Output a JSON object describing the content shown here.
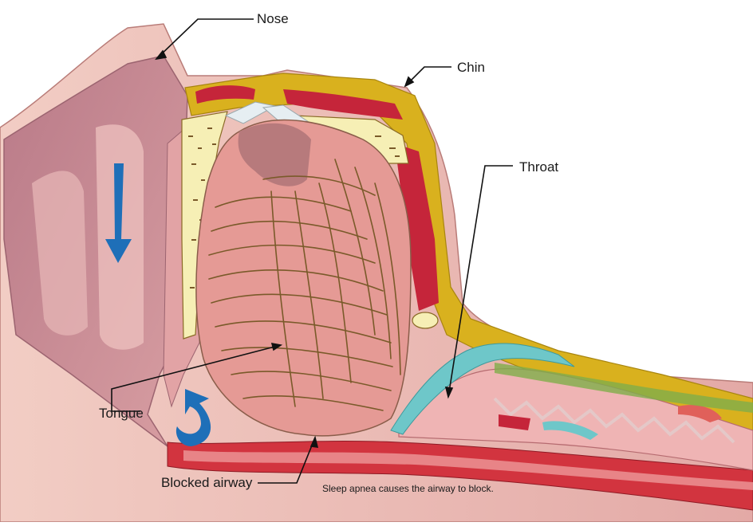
{
  "labels": {
    "nose": "Nose",
    "chin": "Chin",
    "throat": "Throat",
    "tongue": "Tongue",
    "blocked_airway": "Blocked airway"
  },
  "caption": "Sleep apnea causes the airway to block.",
  "colors": {
    "skin": "#f3c9c0",
    "skin_dark": "#d99a98",
    "soft_tissue": "#c98790",
    "tongue": "#e59a95",
    "tongue_fiber": "#7a5a2a",
    "bone": "#f6efb5",
    "bone_fleck": "#7a5a2a",
    "fat_yellow": "#d9b11e",
    "muscle_red": "#c5253a",
    "airway_teal": "#6ec7c9",
    "arrow_blue": "#1e6fb8",
    "leader_line": "#111111"
  },
  "icons": [
    "airflow-down-arrow-icon",
    "airflow-curved-arrow-icon"
  ]
}
